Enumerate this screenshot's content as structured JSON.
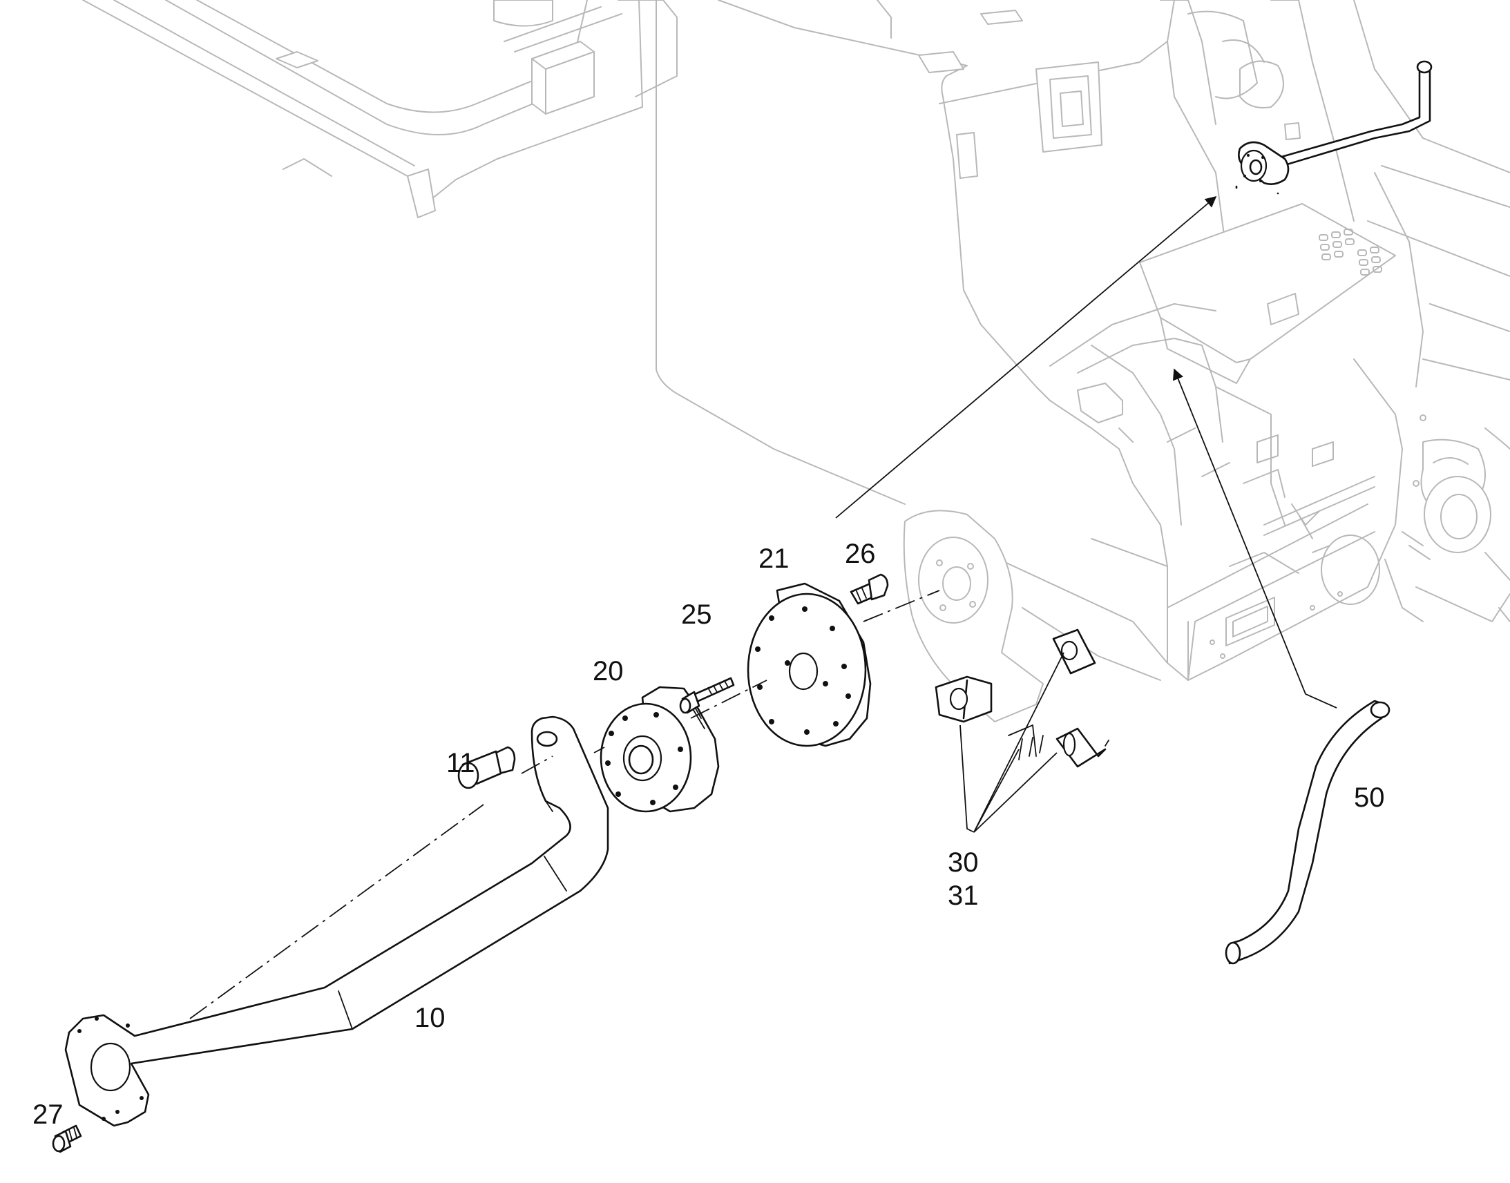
{
  "callouts": {
    "c10": "10",
    "c11": "11",
    "c20": "20",
    "c21": "21",
    "c25": "25",
    "c26": "26",
    "c27": "27",
    "c30": "30",
    "c31": "31",
    "c50": "50"
  },
  "colors": {
    "line": "#111111",
    "background_drawing": "#b8b8b8",
    "paper": "#ffffff"
  }
}
